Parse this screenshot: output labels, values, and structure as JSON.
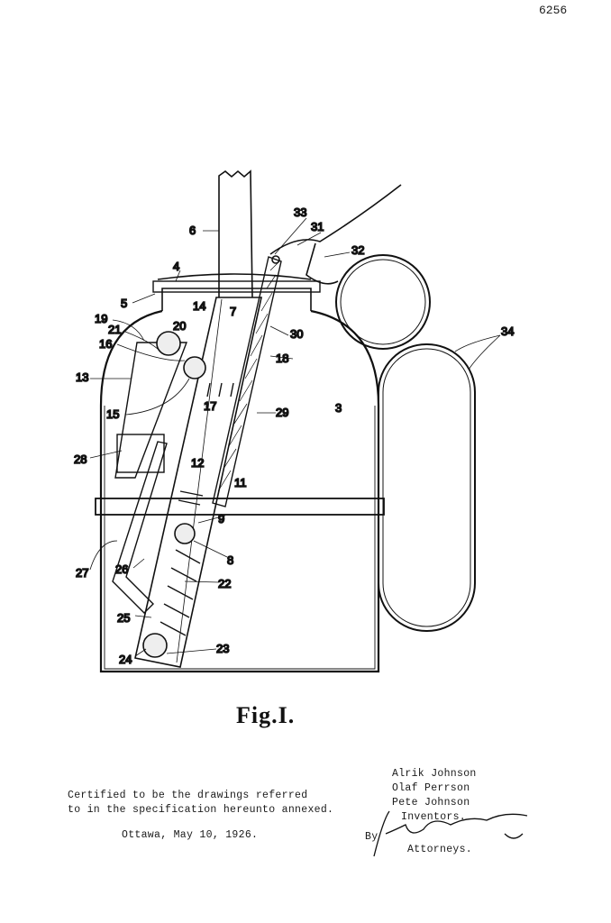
{
  "sheet_number": "6256",
  "figure_label": "Fig.I.",
  "reference_numerals": [
    "6",
    "33",
    "31",
    "32",
    "4",
    "5",
    "7",
    "14",
    "19",
    "20",
    "21",
    "16",
    "30",
    "34",
    "18",
    "13",
    "17",
    "29",
    "3",
    "15",
    "28",
    "12",
    "11",
    "9",
    "8",
    "27",
    "26",
    "22",
    "25",
    "23",
    "24"
  ],
  "certification": {
    "line1": "Certified to be the drawings referred",
    "line2": "to in the specification hereunto annexed.",
    "place_date": "Ottawa, May 10, 1926."
  },
  "inventors": {
    "names": [
      "Alrik Johnson",
      "Olaf Perrson",
      "Pete Johnson"
    ],
    "label": "Inventors."
  },
  "attorney": {
    "by": "By",
    "signature": "Harold C. Shipman",
    "label": "Attorneys."
  }
}
